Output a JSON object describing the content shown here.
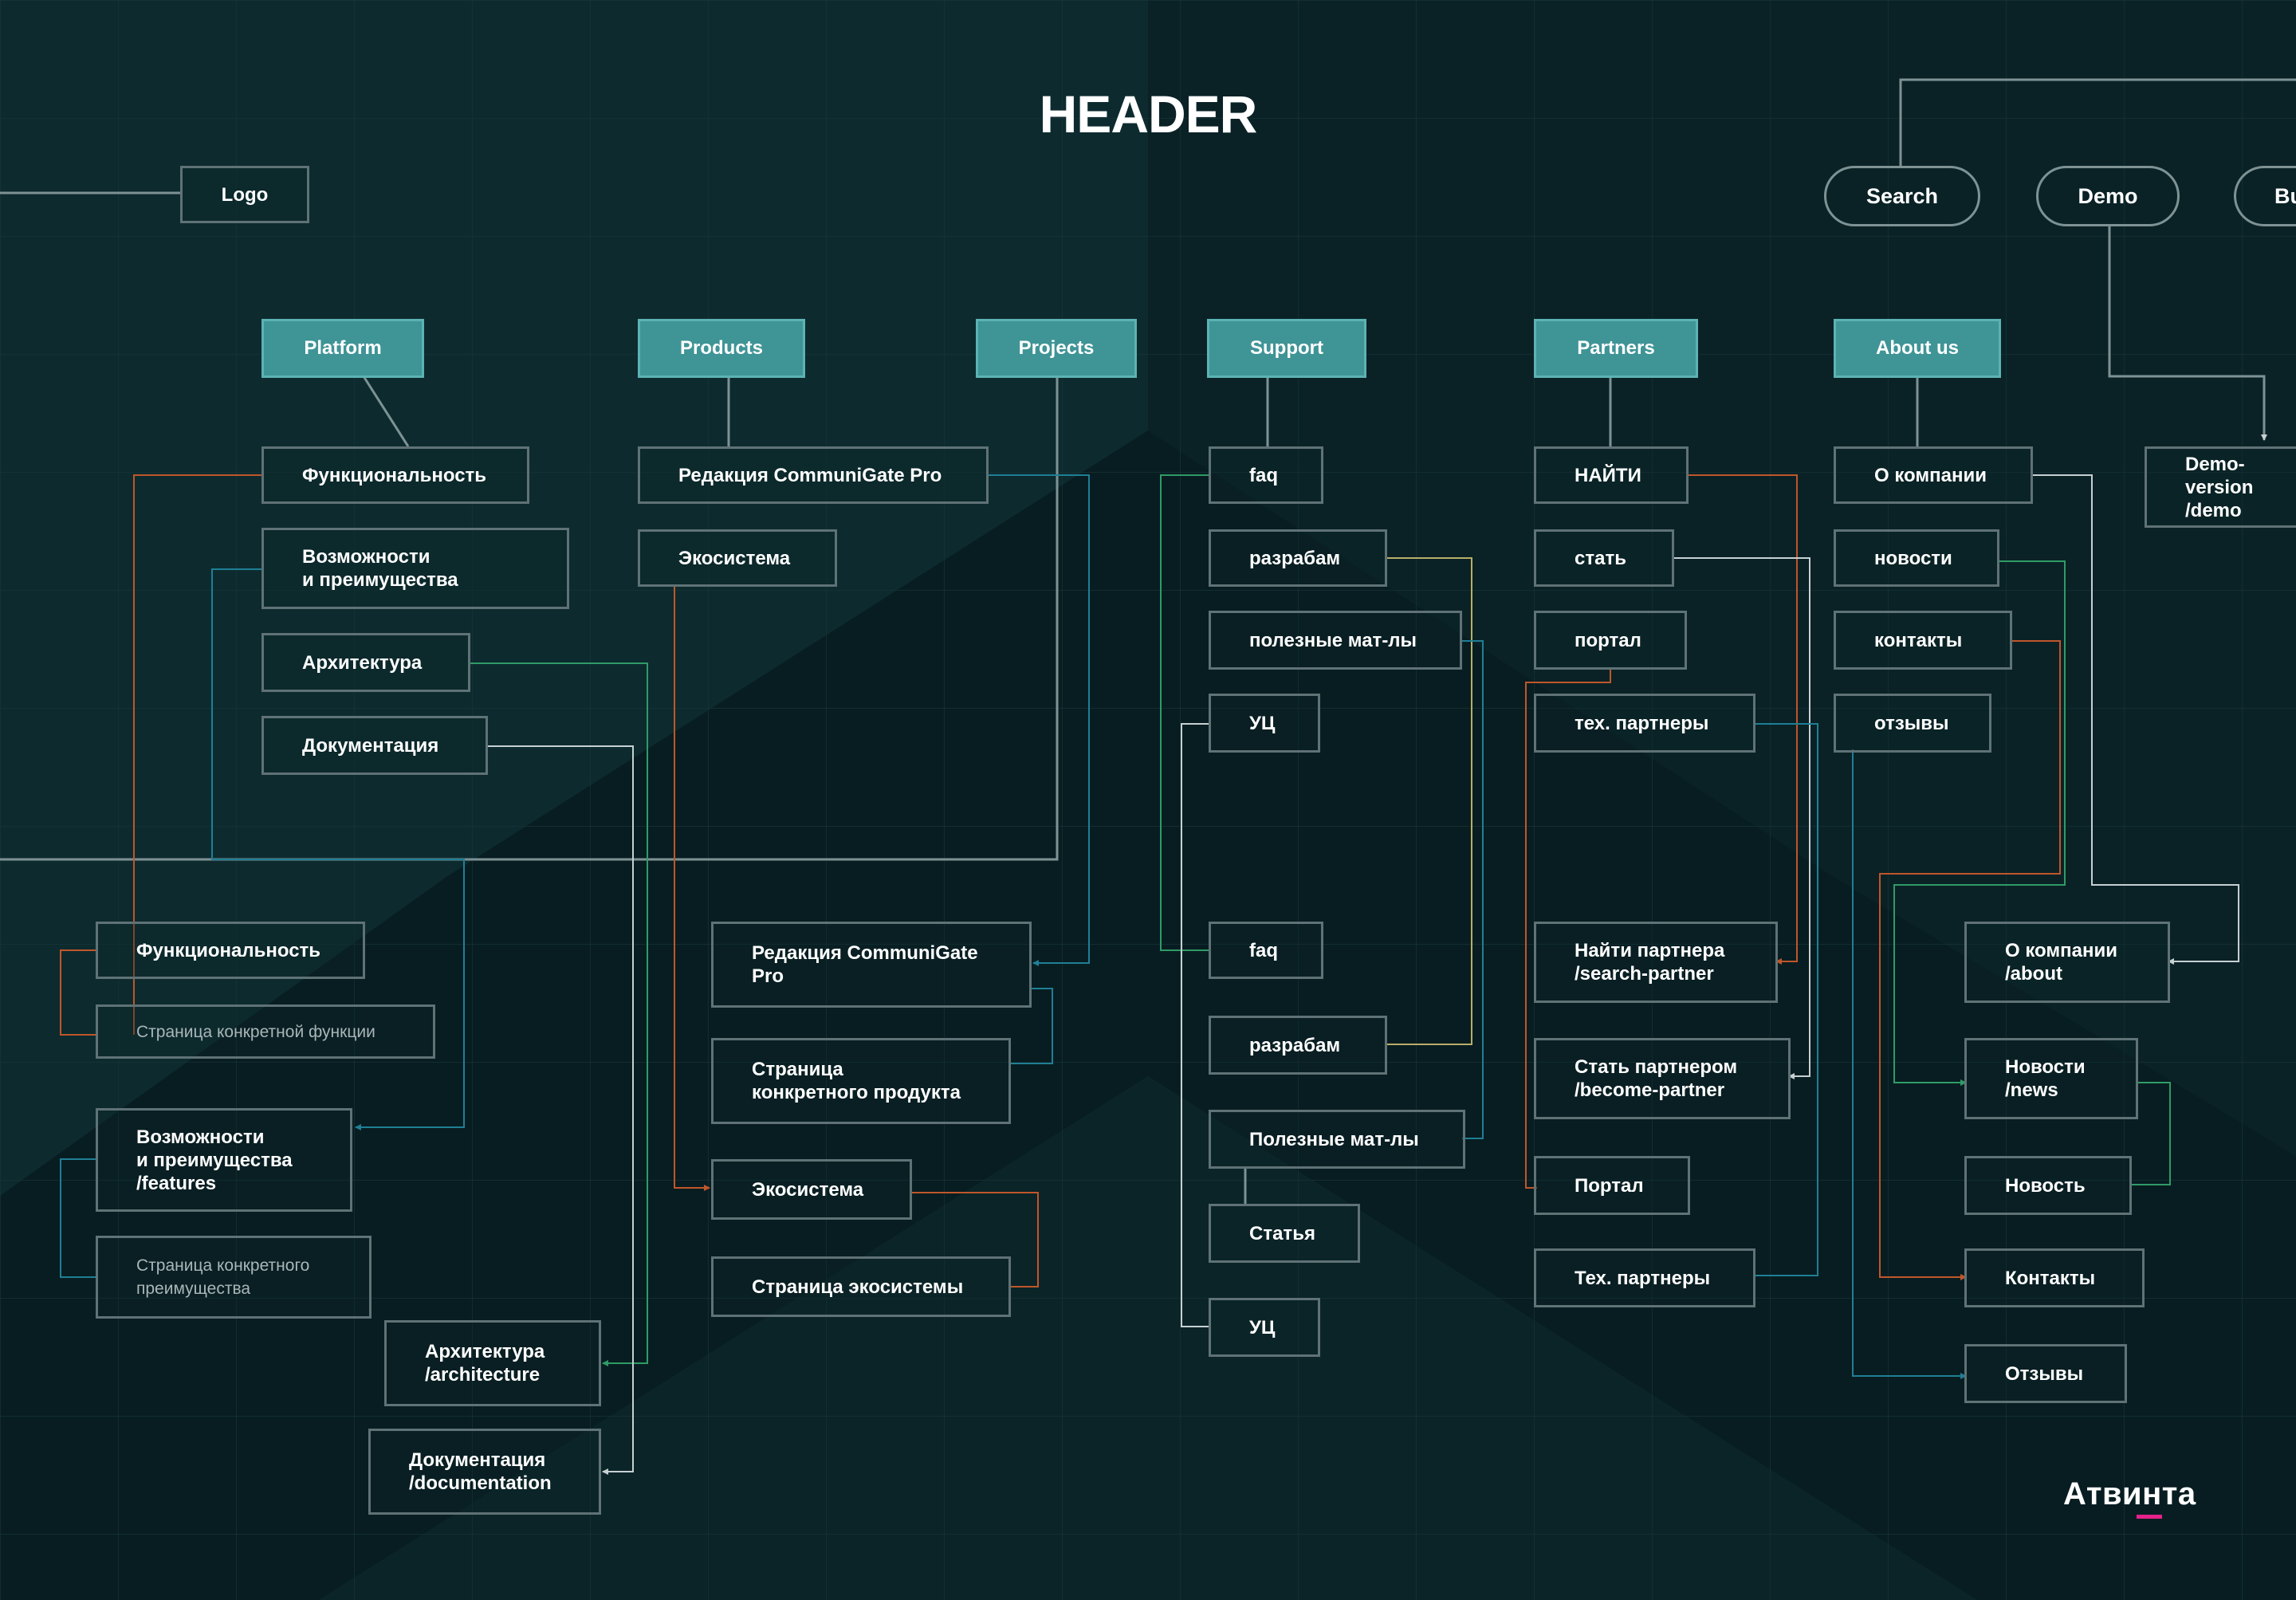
{
  "title": "HEADER",
  "brand": "Атвинта",
  "colors": {
    "background": "#0b2529",
    "top_fill": "#3f9496",
    "box_border": "#5f7275",
    "orange": "#c0562a",
    "teal_blue": "#1f7f95",
    "green": "#2f9b66",
    "light": "#c7d0d2",
    "olive": "#b8ae6a"
  },
  "logo": "Logo",
  "pills": {
    "search": "Search",
    "demo": "Demo",
    "clipped": "Bu"
  },
  "top": {
    "platform": "Platform",
    "products": "Products",
    "projects": "Projects",
    "support": "Support",
    "partners": "Partners",
    "about": "About us"
  },
  "platform": {
    "items": [
      "Функциональность",
      "Возможности\nи преимущества",
      "Архитектура",
      "Документация"
    ],
    "pages": [
      "Функциональность",
      "Страница конкретной функции",
      "Возможности\nи преимущества\n/features",
      "Страница конкретного\nпреимущества",
      "Архитектура\n/architecture",
      "Документация\n/documentation"
    ]
  },
  "products": {
    "items": [
      "Редакция CommuniGate Pro",
      "Экосистема"
    ],
    "pages": [
      "Редакция CommuniGate\nPro",
      "Страница\nконкретного продукта",
      "Экосистема",
      "Страница экосистемы"
    ]
  },
  "support": {
    "items": [
      "faq",
      "разрабам",
      "полезные мат-лы",
      "УЦ"
    ],
    "pages": [
      "faq",
      "разрабам",
      "Полезные мат-лы",
      "Статья",
      "УЦ"
    ]
  },
  "partners": {
    "items": [
      "НАЙТИ",
      "стать",
      "портал",
      "тех. партнеры"
    ],
    "pages": [
      "Найти партнера\n/search-partner",
      "Стать партнером\n/become-partner",
      "Портал",
      "Тех. партнеры"
    ]
  },
  "about": {
    "items": [
      "О компании",
      "новости",
      "контакты",
      "отзывы"
    ],
    "pages": [
      "О компании\n/about",
      "Новости\n/news",
      "Новость",
      "Контакты",
      "Отзывы"
    ]
  },
  "demo_page": "Demo-version\n/demo"
}
